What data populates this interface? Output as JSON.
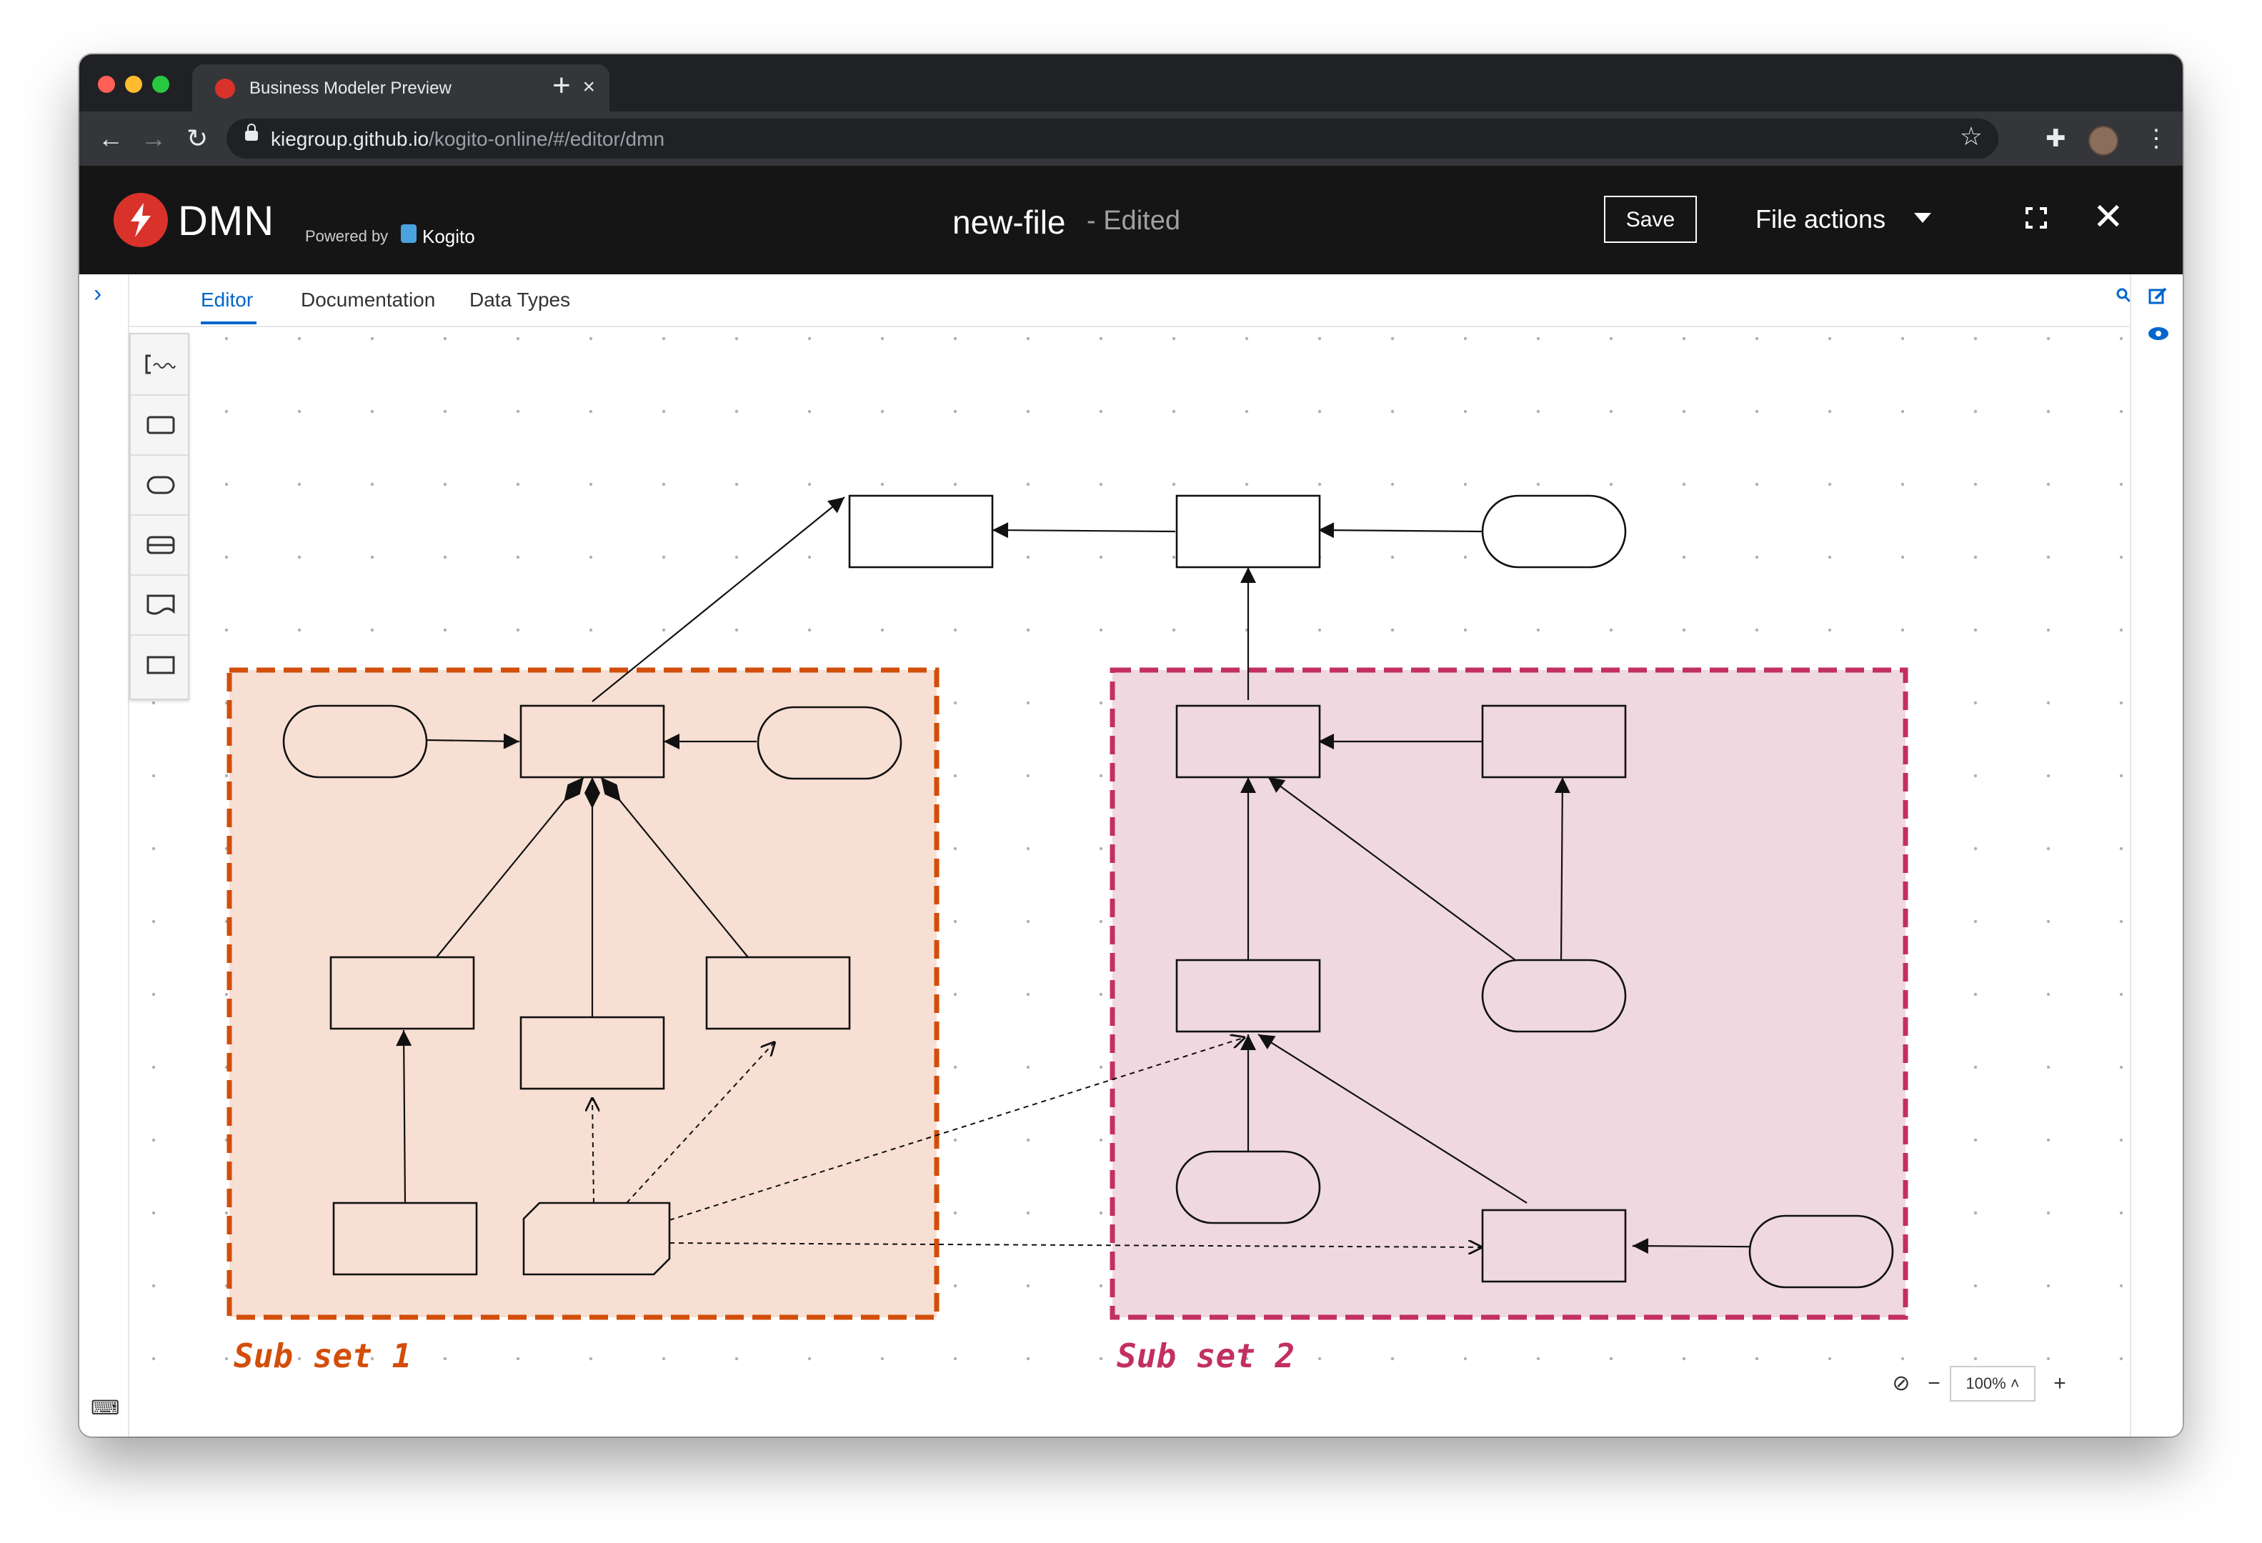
{
  "browser": {
    "tab_title": "Business Modeler Preview",
    "tab_close": "×",
    "new_tab": "+",
    "url_host": "kiegroup.github.io",
    "url_path": "/kogito-online/#/editor/dmn",
    "traffic_lights": [
      "#ff5f57",
      "#febc2e",
      "#28c840"
    ]
  },
  "header": {
    "brand": "DMN",
    "powered_by": "Powered by",
    "kogito": "Kogito",
    "file_name": "new-file",
    "status": "- Edited",
    "save_label": "Save",
    "file_actions_label": "File actions",
    "close": "✕"
  },
  "editor": {
    "tabs": [
      {
        "label": "Editor",
        "active": true
      },
      {
        "label": "Documentation",
        "active": false
      },
      {
        "label": "Data Types",
        "active": false
      }
    ]
  },
  "palette": {
    "tools": [
      "annotation-tool-icon",
      "decision-tool-icon",
      "input-data-tool-icon",
      "bkm-tool-icon",
      "knowledge-source-tool-icon",
      "decision-service-tool-icon"
    ]
  },
  "diagram": {
    "groups": [
      {
        "label": "Sub set 1",
        "color": "#d24e0a",
        "fill": "#f7dfd3"
      },
      {
        "label": "Sub set 2",
        "color": "#c2305f",
        "fill": "#efd8e0"
      }
    ]
  },
  "zoom": {
    "reset": "⊘",
    "minus": "−",
    "value": "100%",
    "plus": "+"
  },
  "colors": {
    "accent": "#0066cc",
    "brand_red": "#d9322b",
    "header_bg": "#151515"
  }
}
